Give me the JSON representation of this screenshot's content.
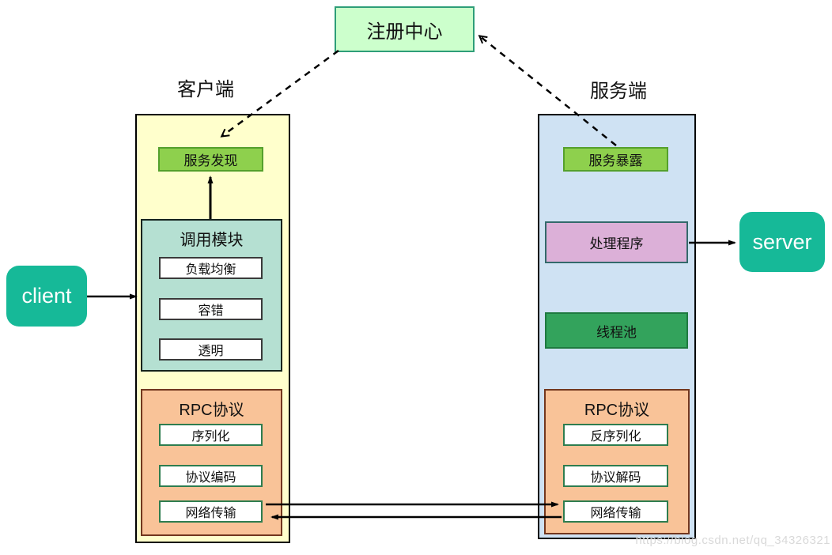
{
  "diagram": {
    "registry": {
      "label": "注册中心"
    },
    "client_side": {
      "title": "客户端",
      "external": {
        "label": "client"
      },
      "service_discovery": {
        "label": "服务发现"
      },
      "invoke_module": {
        "title": "调用模块",
        "items": [
          "负载均衡",
          "容错",
          "透明"
        ]
      },
      "rpc_protocol": {
        "title": "RPC协议",
        "items": [
          "序列化",
          "协议编码",
          "网络传输"
        ]
      }
    },
    "server_side": {
      "title": "服务端",
      "external": {
        "label": "server"
      },
      "service_expose": {
        "label": "服务暴露"
      },
      "handler": {
        "label": "处理程序"
      },
      "thread_pool": {
        "label": "线程池"
      },
      "rpc_protocol": {
        "title": "RPC协议",
        "items": [
          "反序列化",
          "协议解码",
          "网络传输"
        ]
      }
    },
    "watermark": "https://blog.csdn.net/qq_34326321"
  },
  "colors": {
    "registry_bg": "#ccffcc",
    "registry_border": "#2e9e78",
    "client_column_bg": "#ffffcc",
    "server_column_bg": "#cfe2f3",
    "column_border": "#000000",
    "green_box_bg": "#8ed04d",
    "green_box_border": "#55a02c",
    "invoke_bg": "#b5e0d2",
    "invoke_border": "#15231d",
    "rpc_bg": "#f9c398",
    "rpc_border": "#73371e",
    "handler_bg": "#dcb0d8",
    "handler_border": "#33696b",
    "thread_pool_bg": "#33a35c",
    "thread_pool_border": "#1f7a40",
    "endpoint_bg": "#16b998",
    "endpoint_text": "#ffffff",
    "inner_box_border_dark": "#3a3a3a",
    "inner_box_border_green": "#2e7d4f",
    "arrow": "#000000",
    "watermark": "#d9d9d9"
  }
}
